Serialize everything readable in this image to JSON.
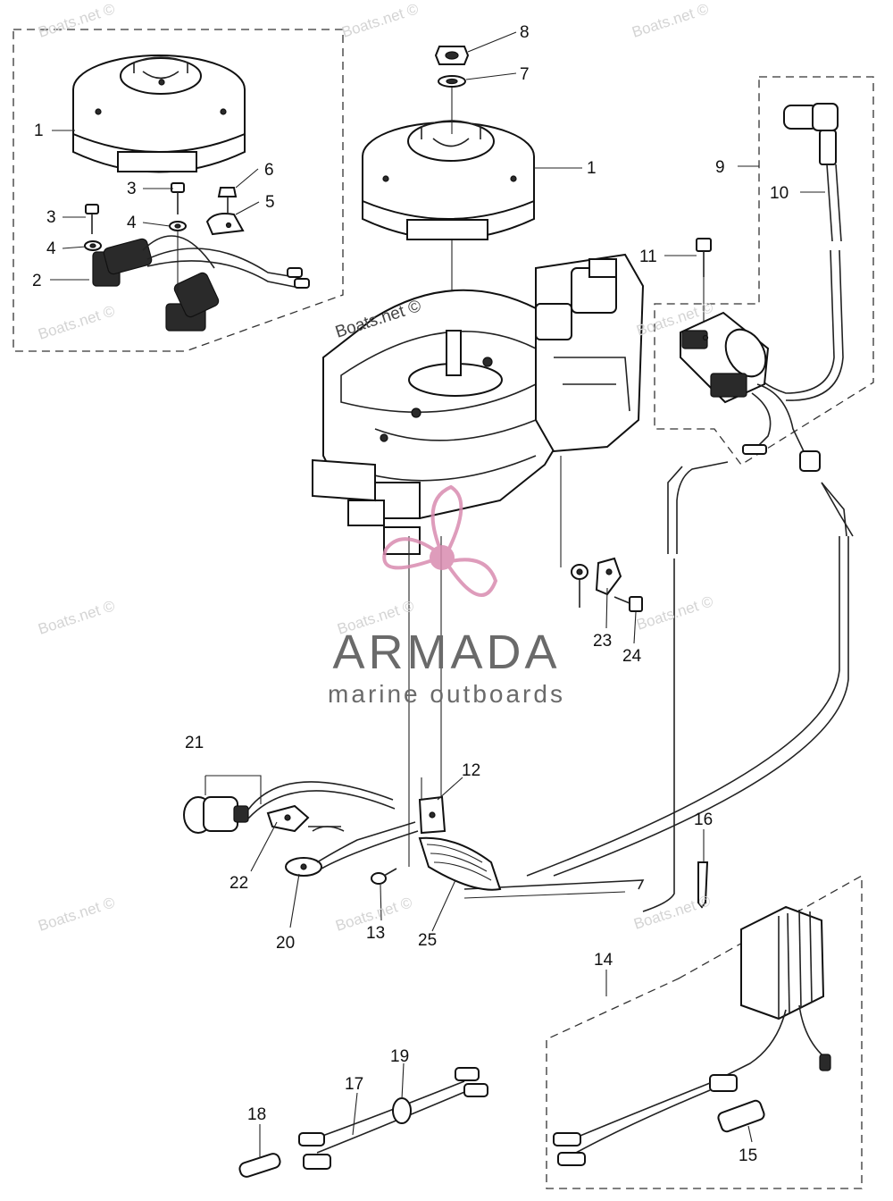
{
  "watermark": {
    "site": "Boats.net ©",
    "brand_name": "ARMADA",
    "brand_tagline": "marine outboards",
    "brand_color": "#d98bb0"
  },
  "callouts": [
    "1",
    "1",
    "2",
    "3",
    "3",
    "4",
    "4",
    "5",
    "6",
    "7",
    "8",
    "9",
    "10",
    "11",
    "12",
    "13",
    "14",
    "15",
    "16",
    "17",
    "18",
    "19",
    "20",
    "21",
    "22",
    "23",
    "24",
    "25"
  ]
}
